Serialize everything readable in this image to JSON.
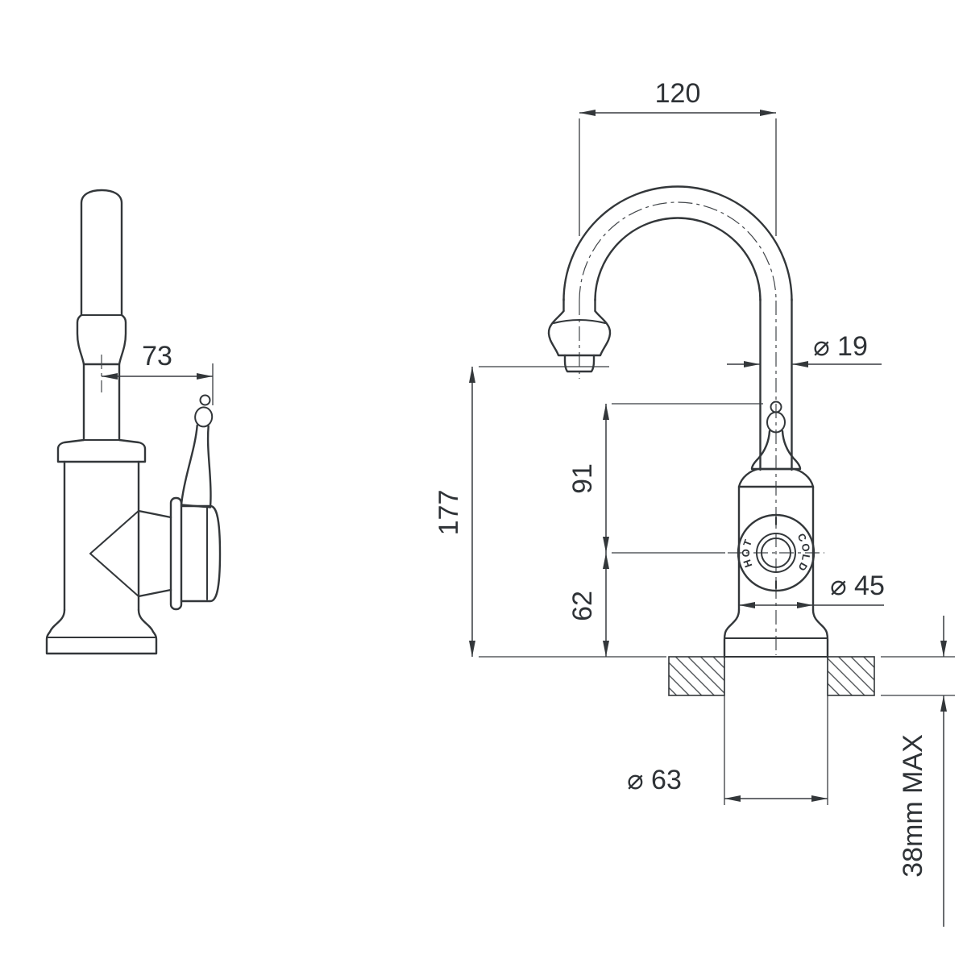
{
  "dimensions": {
    "spout_reach": "120",
    "handle_offset": "73",
    "spout_diameter": "⌀ 19",
    "spout_to_handle_height": "91",
    "spout_outlet_height": "177",
    "handle_centre_height": "62",
    "body_diameter": "⌀ 45",
    "base_diameter": "⌀ 63",
    "max_mounting_thickness": "38mm MAX"
  },
  "handle_badge": {
    "hot": "HOT",
    "cold": "COLD"
  },
  "colors": {
    "line": "#33373a",
    "background": "#ffffff"
  }
}
